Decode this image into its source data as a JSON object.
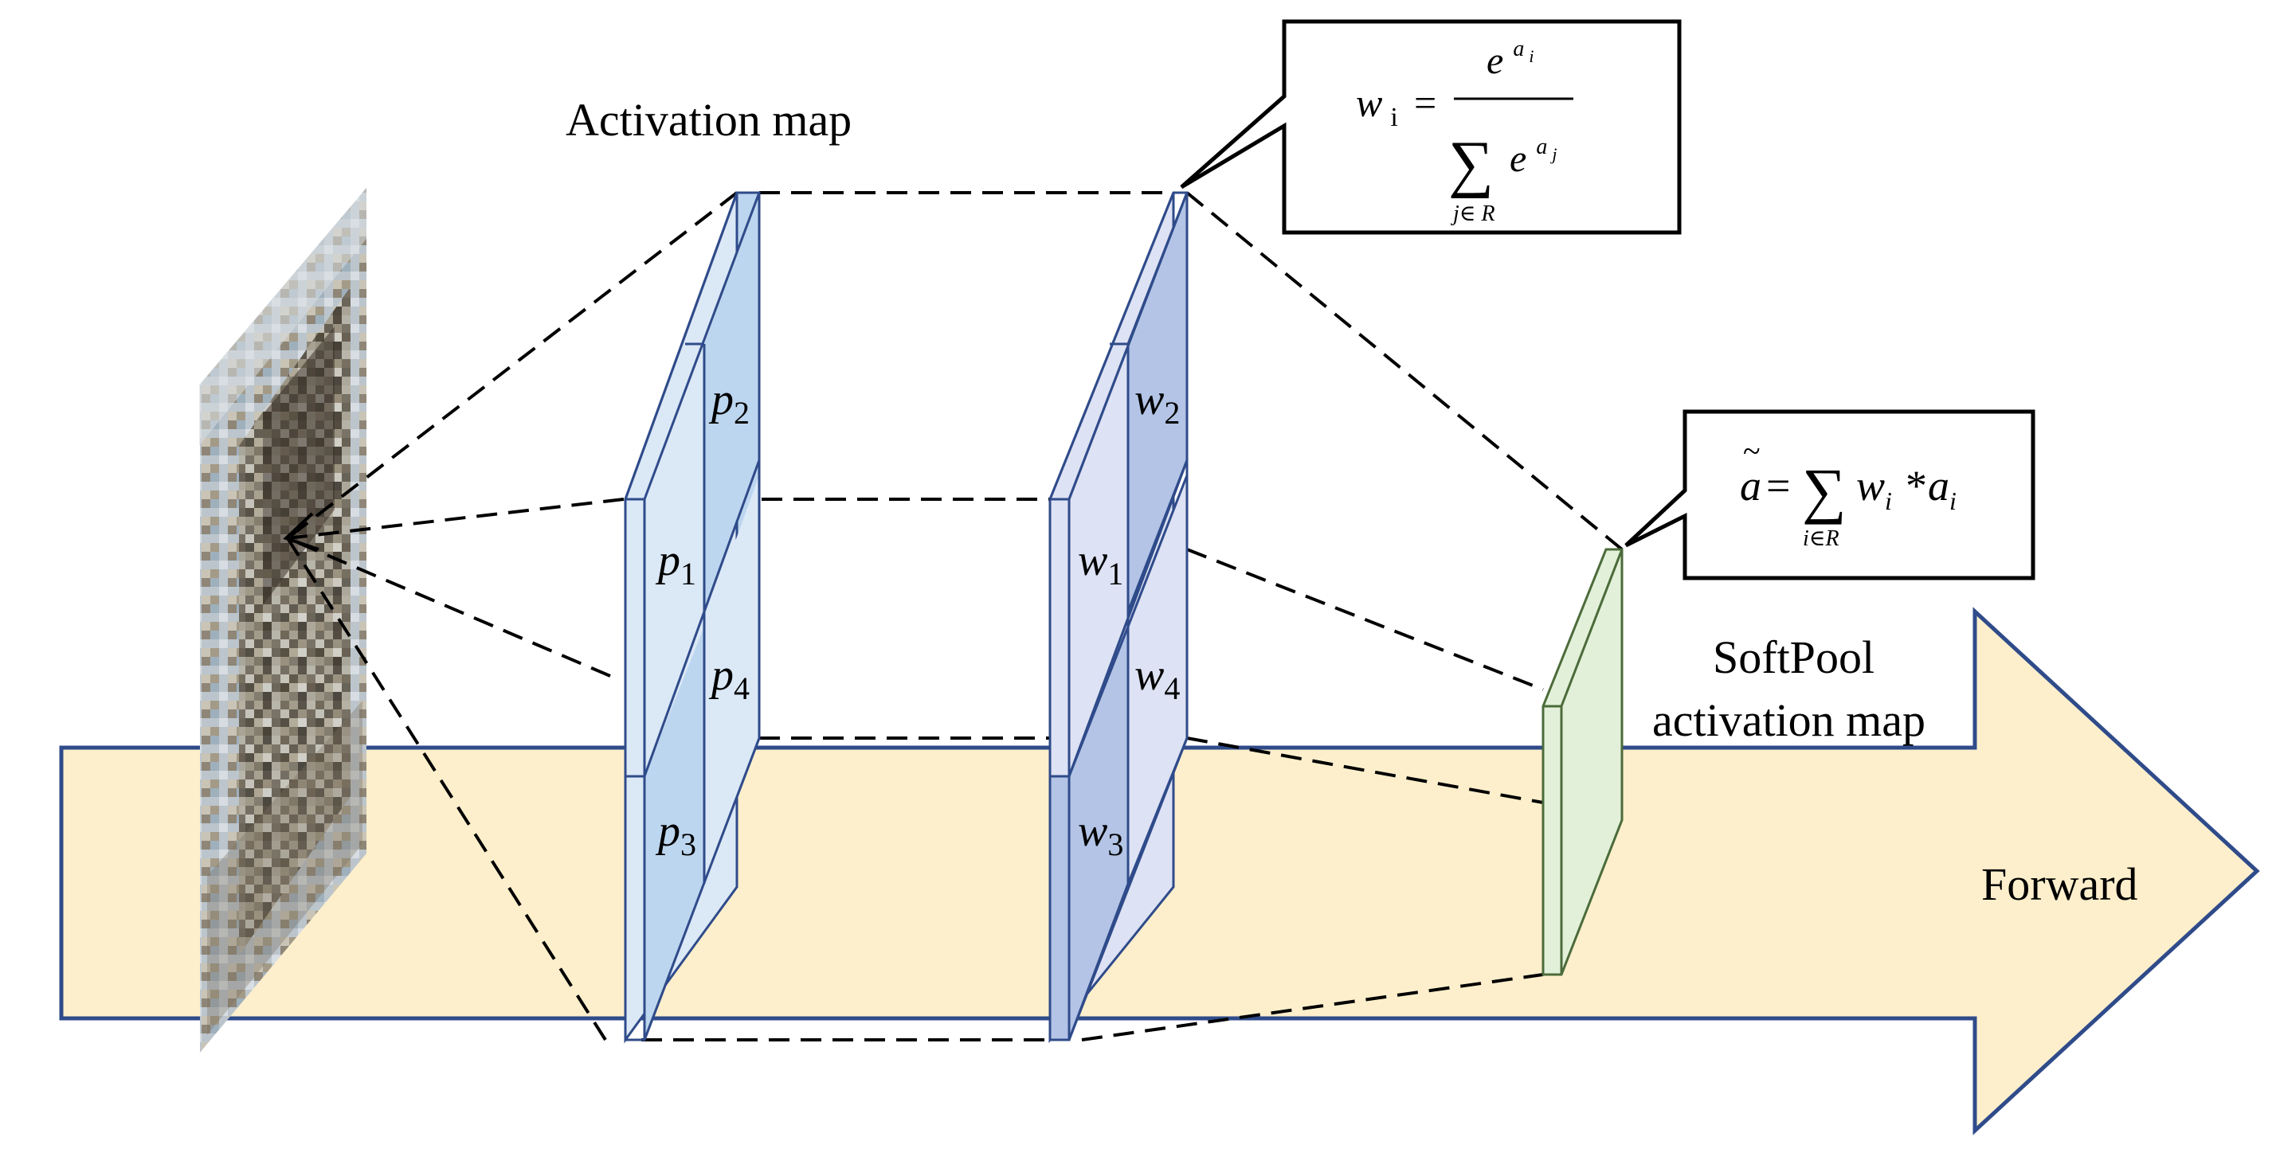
{
  "labels": {
    "activation_map": "Activation map",
    "softpool_line1": "SoftPool",
    "softpool_line2": "activation map",
    "forward": "Forward"
  },
  "grid_p": {
    "p1": {
      "letter": "p",
      "sub": "1"
    },
    "p2": {
      "letter": "p",
      "sub": "2"
    },
    "p3": {
      "letter": "p",
      "sub": "3"
    },
    "p4": {
      "letter": "p",
      "sub": "4"
    }
  },
  "grid_w": {
    "w1": {
      "letter": "w",
      "sub": "1"
    },
    "w2": {
      "letter": "w",
      "sub": "2"
    },
    "w3": {
      "letter": "w",
      "sub": "3"
    },
    "w4": {
      "letter": "w",
      "sub": "4"
    }
  },
  "formula_weight": {
    "lhs": "w",
    "lhs_sub": "i",
    "equals": "=",
    "num_base": "e",
    "num_exp": "a",
    "num_exp_sub": "i",
    "sigma": "∑",
    "den_base": "e",
    "den_exp": "a",
    "den_exp_sub": "j",
    "sum_range": "j∈ R"
  },
  "formula_pool": {
    "tilde": "~",
    "lhs": "a",
    "equals": "=",
    "sigma": "∑",
    "sum_range": "i∈R",
    "w": "w",
    "w_sub": "i",
    "times": "*",
    "a": "a",
    "a_sub": "i"
  },
  "colors": {
    "arrow_fill": "#fdefcc",
    "arrow_stroke": "#2f4b8a",
    "p_light": "#dbe8f6",
    "p_dark": "#bdd6ef",
    "w_light": "#dde2f4",
    "w_dark": "#b3c4e6",
    "pool_fill": "#e2f0d9"
  }
}
